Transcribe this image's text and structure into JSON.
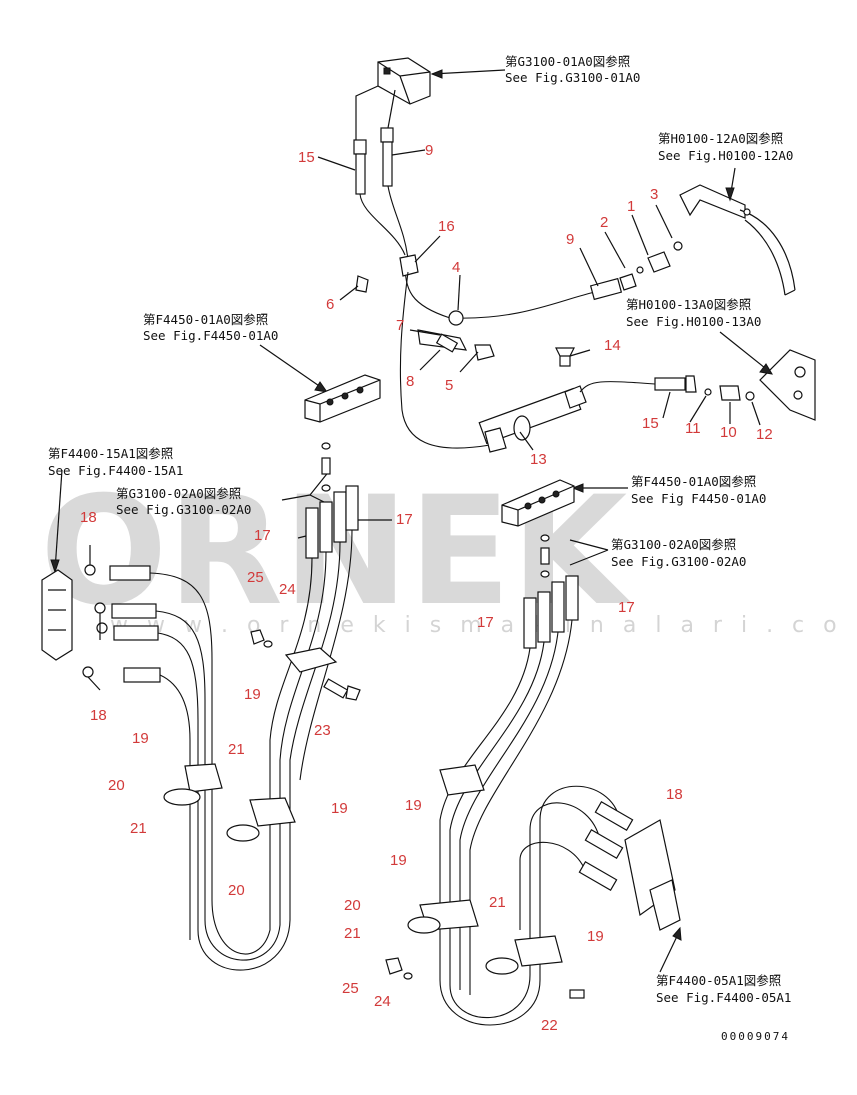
{
  "watermark": {
    "brand": "ORNEK",
    "url": "w w w . o r n e k i s m a k i n a l a r i . c o m . t r"
  },
  "references": [
    {
      "id": "g3100-01a0",
      "jp": "第G3100-01A0図参照",
      "en": "See Fig.G3100-01A0"
    },
    {
      "id": "h0100-12a0",
      "jp": "第H0100-12A0図参照",
      "en": "See Fig.H0100-12A0"
    },
    {
      "id": "h0100-13a0",
      "jp": "第H0100-13A0図参照",
      "en": "See Fig.H0100-13A0"
    },
    {
      "id": "f4450-01a0-left",
      "jp": "第F4450-01A0図参照",
      "en": "See Fig.F4450-01A0"
    },
    {
      "id": "f4400-15a1",
      "jp": "第F4400-15A1図参照",
      "en": "See Fig.F4400-15A1"
    },
    {
      "id": "g3100-02a0-left",
      "jp": "第G3100-02A0図参照",
      "en": "See Fig.G3100-02A0"
    },
    {
      "id": "f4450-01a0-right",
      "jp": "第F4450-01A0図参照",
      "en": "See Fig F4450-01A0"
    },
    {
      "id": "g3100-02a0-right",
      "jp": "第G3100-02A0図参照",
      "en": "See Fig.G3100-02A0"
    },
    {
      "id": "f4400-05a1",
      "jp": "第F4400-05A1図参照",
      "en": "See Fig.F4400-05A1"
    }
  ],
  "part_numbers": [
    "15",
    "9",
    "16",
    "3",
    "1",
    "2",
    "9",
    "4",
    "6",
    "7",
    "8",
    "5",
    "14",
    "15",
    "11",
    "10",
    "12",
    "13",
    "18",
    "17",
    "17",
    "18",
    "25",
    "24",
    "19",
    "23",
    "17",
    "17",
    "19",
    "21",
    "20",
    "21",
    "19",
    "20",
    "19",
    "18",
    "19",
    "21",
    "20",
    "21",
    "19",
    "25",
    "24",
    "22"
  ],
  "drawing_code": "00009074"
}
